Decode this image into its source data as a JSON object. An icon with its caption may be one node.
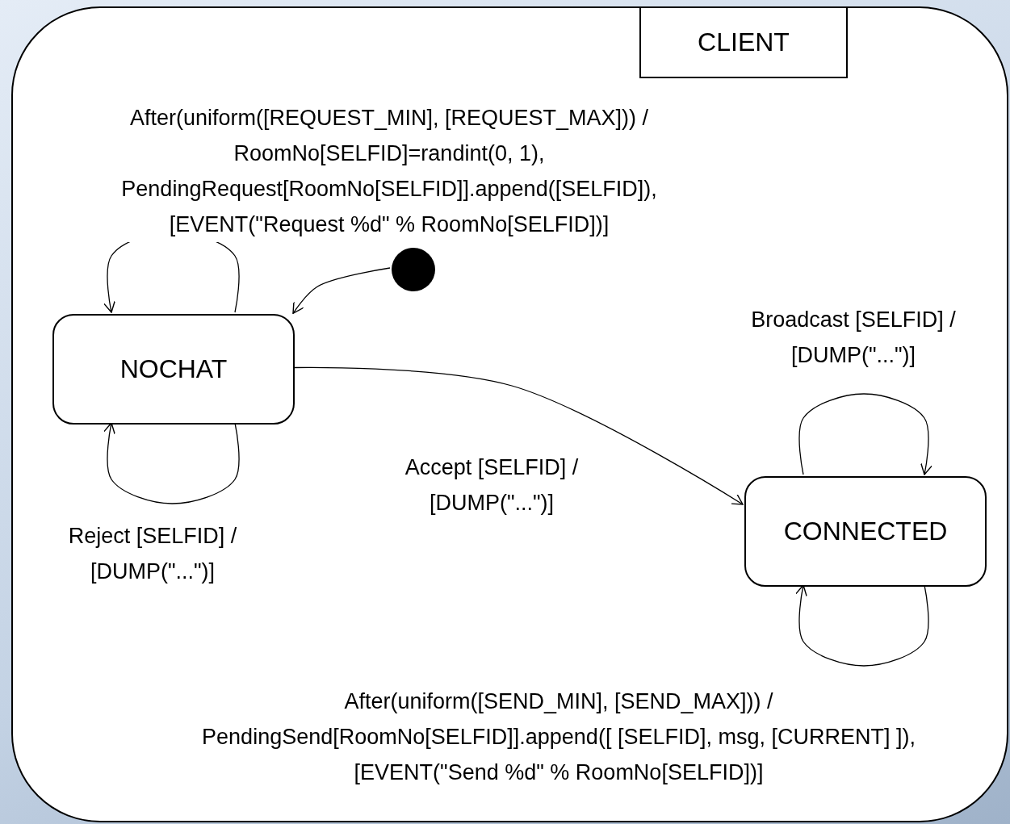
{
  "diagram": {
    "nodes": [
      {
        "text": [
          "CLIENT"
        ]
      },
      {
        "text": [
          "NOCHAT"
        ],
        "in": 0
      },
      {
        "text": [],
        "shape": "circle",
        "in": 0
      },
      {
        "text": [
          "CONNECTED"
        ],
        "in": 0
      }
    ],
    "edges": [
      {
        "from": 2,
        "to": 1,
        "arrow": "to"
      },
      {
        "from": 1,
        "to": 1,
        "arrow": "to",
        "label": "After(uniform([REQUEST_MIN], [REQUEST_MAX])) / RoomNo[SELFID]=randint(0, 1), PendingRequest[RoomNo[SELFID]].append([SELFID]), [EVENT(\"Request %d\" % RoomNo[SELFID])]"
      },
      {
        "from": 1,
        "to": 1,
        "arrow": "to",
        "label": "Reject [SELFID] / [DUMP(\"...\")]"
      },
      {
        "from": 1,
        "to": 3,
        "arrow": "to",
        "label": "Accept [SELFID] / [DUMP(\"...\")]"
      },
      {
        "from": 3,
        "to": 3,
        "arrow": "to",
        "label": "Broadcast [SELFID] / [DUMP(\"...\")]"
      },
      {
        "from": 3,
        "to": 3,
        "arrow": "to",
        "label": "After(uniform([SEND_MIN], [SEND_MAX])) / PendingSend[RoomNo[SELFID]].append([ [SELFID], msg, [CURRENT] ]), [EVENT(\"Send %d\" % RoomNo[SELFID])]"
      }
    ]
  }
}
